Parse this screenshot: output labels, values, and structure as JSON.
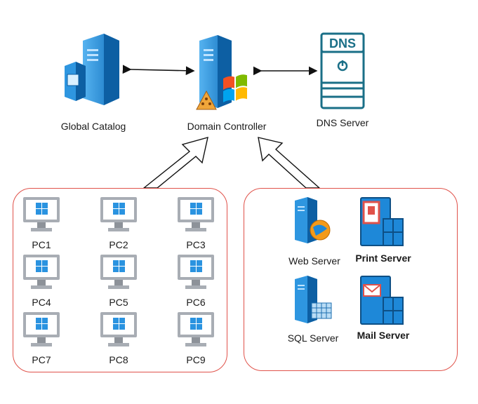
{
  "top": {
    "global_catalog": "Global Catalog",
    "domain_controller": "Domain Controller",
    "dns_server": "DNS Server",
    "dns_badge": "DNS"
  },
  "clients": {
    "pcs": [
      "PC1",
      "PC2",
      "PC3",
      "PC4",
      "PC5",
      "PC6",
      "PC7",
      "PC8",
      "PC9"
    ]
  },
  "servers": {
    "web": "Web Server",
    "print": "Print Server",
    "sql": "SQL Server",
    "mail": "Mail Server"
  },
  "colors": {
    "server_blue": "#1e88d8",
    "server_dark": "#0d5fa3",
    "monitor_grey": "#a8adb4",
    "windows_blue": "#2a93e0",
    "group_border": "#e0524a",
    "dns_teal": "#1a6f87"
  }
}
